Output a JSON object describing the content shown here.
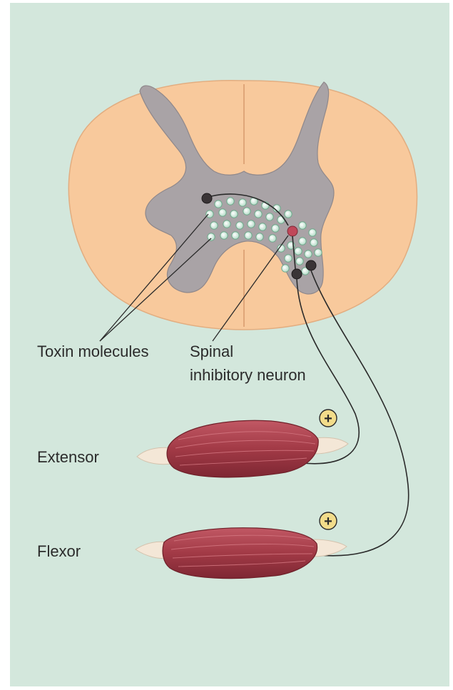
{
  "labels": {
    "toxin": "Toxin molecules",
    "spinal_line1": "Spinal",
    "spinal_line2": "inhibitory neuron",
    "extensor": "Extensor",
    "flexor": "Flexor",
    "plus_extensor": "+",
    "plus_flexor": "+"
  },
  "colors": {
    "background": "#d3e7dc",
    "white_matter": "#f8c99c",
    "gray_matter": "#a9a3a6",
    "toxin": "#cfe8dc",
    "motor_neuron": "#3a3436",
    "inhibitory_neuron": "#c0485a",
    "muscle": "#a8404a",
    "tendon": "#f4e7d7",
    "plus_badge": "#f2dc8a"
  }
}
